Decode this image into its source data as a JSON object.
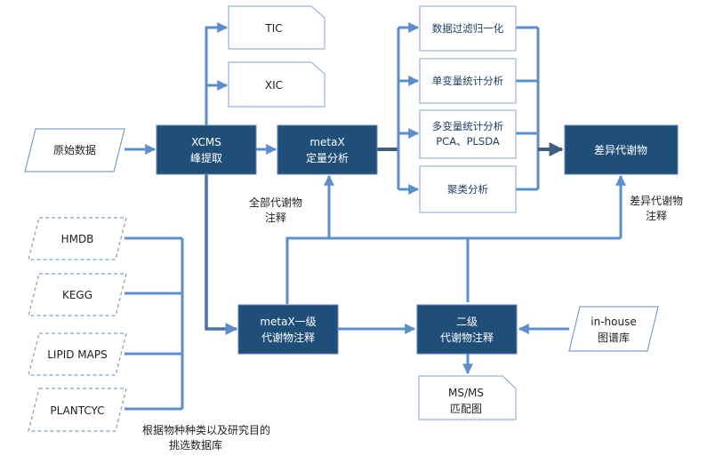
{
  "nodes": {
    "raw_data": "原始数据",
    "xcms_line1": "XCMS",
    "xcms_line2": "峰提取",
    "tic": "TIC",
    "xic": "XIC",
    "metax_quant_line1": "metaX",
    "metax_quant_line2": "定量分析",
    "normalize": "数据过滤归一化",
    "univariate": "单变量统计分析",
    "multivariate_line1": "多变量统计分析",
    "multivariate_line2": "PCA、PLSDA",
    "cluster": "聚类分析",
    "diff_metabolites": "差异代谢物",
    "hmdb": "HMDB",
    "kegg": "KEGG",
    "lipid_maps": "LIPID MAPS",
    "plantcyc": "PLANTCYC",
    "metax_l1_line1": "metaX一级",
    "metax_l1_line2": "代谢物注释",
    "l2_line1": "二级",
    "l2_line2": "代谢物注释",
    "inhouse_line1": "in-house",
    "inhouse_line2": "图谱库",
    "msms_line1": "MS/MS",
    "msms_line2": "匹配图"
  },
  "labels": {
    "all_metabolites_line1": "全部代谢物",
    "all_metabolites_line2": "注释",
    "diff_annot_line1": "差异代谢物",
    "diff_annot_line2": "注释",
    "db_select_line1": "根据物种种类以及研究目的",
    "db_select_line2": "挑选数据库"
  },
  "colors": {
    "box_fill": "#1f4e79",
    "connector": "#5b8fcc",
    "border": "#9bb5d3"
  }
}
